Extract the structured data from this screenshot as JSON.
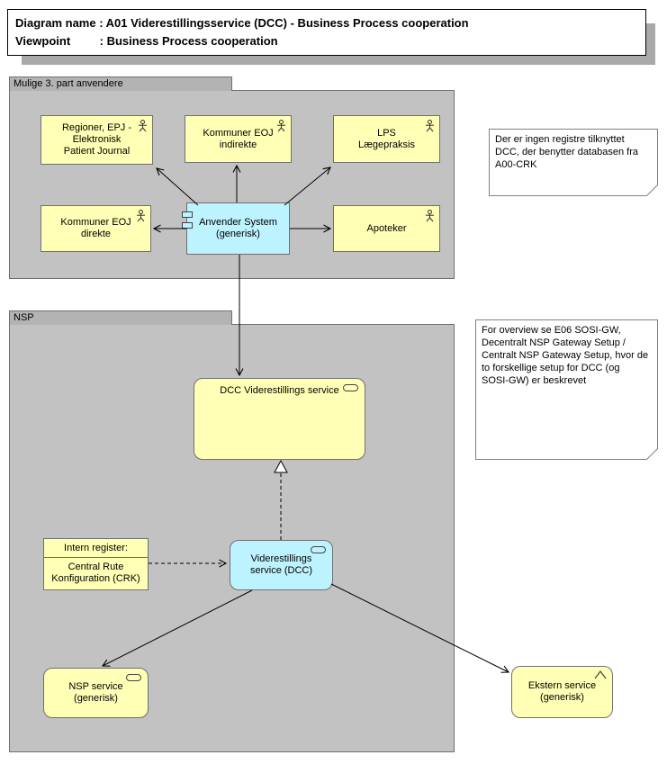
{
  "title": {
    "line1": "Diagram name : A01 Viderestillingsservice (DCC) - Business Process cooperation",
    "line2": "Viewpoint         : Business Process cooperation"
  },
  "groups": {
    "third_party": {
      "label": "Mulige 3. part anvendere"
    },
    "nsp": {
      "label": "NSP"
    }
  },
  "nodes": {
    "regioner": {
      "label": "Regioner, EPJ -\nElektronisk\nPatient Journal",
      "type": "business-actor"
    },
    "kommuner_indirekte": {
      "label": "Kommuner EOJ\nindirekte",
      "type": "business-actor"
    },
    "lps": {
      "label": "LPS\nLægepraksis",
      "type": "business-actor"
    },
    "kommuner_direkte": {
      "label": "Kommuner EOJ\ndirekte",
      "type": "business-actor"
    },
    "anvender_system": {
      "label": "Anvender System\n(generisk)",
      "type": "application-component"
    },
    "apoteker": {
      "label": "Apoteker",
      "type": "business-actor"
    },
    "dcc_viderestillings": {
      "label": "DCC Viderestillings service",
      "type": "service"
    },
    "intern_register": {
      "header": "Intern register:",
      "body": "Central Rute\nKonfiguration (CRK)",
      "type": "data-object"
    },
    "viderestillings_dcc": {
      "label": "Viderestillings\nservice (DCC)",
      "type": "service"
    },
    "nsp_service": {
      "label": "NSP service\n(generisk)",
      "type": "service"
    },
    "ekstern_service": {
      "label": "Ekstern service\n(generisk)",
      "type": "external-service"
    }
  },
  "notes": {
    "crk_note": {
      "text": "Der er ingen registre tilknyttet\nDCC, der benytter databasen fra\nA00-CRK"
    },
    "overview_note": {
      "text": "For overview se E06 SOSI-GW,\nDecentralt NSP Gateway Setup /\nCentralt NSP Gateway Setup, hvor de\nto forskellige setup for DCC (og\nSOSI-GW) er beskrevet"
    }
  },
  "colors": {
    "node_yellow": "#ffffb5",
    "node_cyan": "#bdf3ff",
    "group_gray": "#c2c2c2",
    "group_tab_gray": "#b3b3b3",
    "border_gray": "#707070",
    "shadow_gray": "#a9a9a9",
    "note_bg": "#ffffff",
    "line": "#000000"
  }
}
